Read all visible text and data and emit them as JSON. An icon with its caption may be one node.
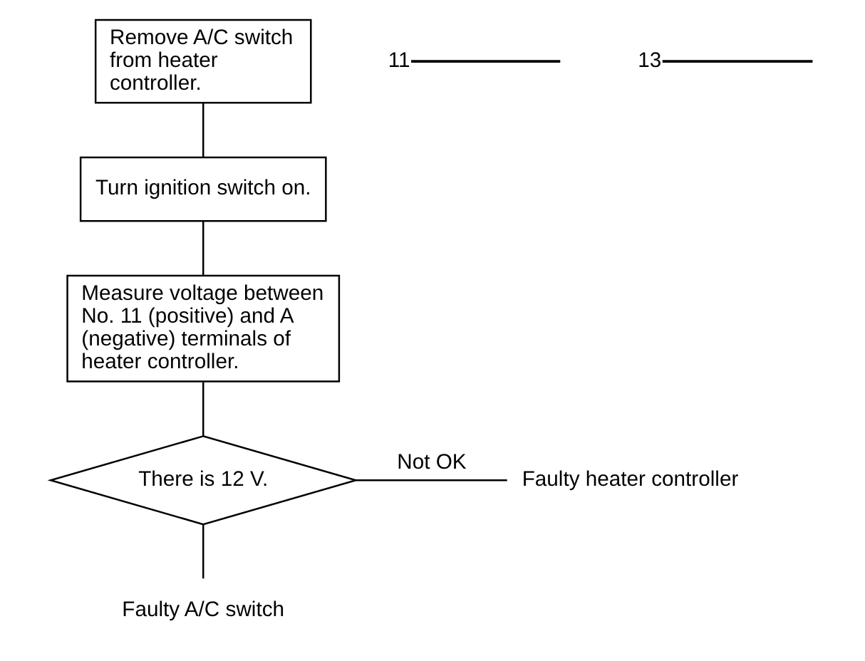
{
  "diagram": {
    "nodes": [
      {
        "text": [
          "Remove A/C switch from heater controller."
        ]
      },
      {
        "text": [
          "Turn ignition switch on."
        ]
      },
      {
        "text": [
          "Measure voltage between No. 11 (positive) and A (negative) terminals of heater controller."
        ]
      },
      {
        "text": [
          "There is 12 V."
        ]
      },
      {
        "text": [
          "Faulty heater controller"
        ]
      },
      {
        "text": [
          "Faulty A/C switch"
        ]
      },
      {
        "text": [
          "11"
        ]
      },
      {
        "text": [
          "13"
        ]
      }
    ],
    "edges": [
      {
        "from": 0,
        "to": 1,
        "arrow": "none"
      },
      {
        "from": 1,
        "to": 2,
        "arrow": "none"
      },
      {
        "from": 2,
        "to": 3,
        "arrow": "none"
      },
      {
        "from": 3,
        "to": 4,
        "arrow": "none",
        "label": "Not OK"
      },
      {
        "from": 3,
        "to": 5,
        "arrow": "none"
      },
      {
        "from": 6,
        "to": null,
        "arrow": "none"
      },
      {
        "from": 7,
        "to": null,
        "arrow": "none"
      }
    ]
  }
}
